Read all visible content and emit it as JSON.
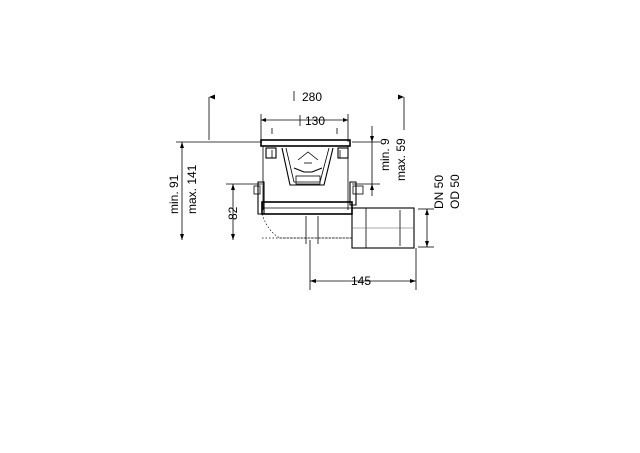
{
  "dimensions": {
    "width_total": "280",
    "width_grate": "130",
    "height_total_min": "min. 91",
    "height_total_max": "max. 141",
    "height_outlet": "82",
    "height_top_min": "min. 9",
    "height_top_max": "max. 59",
    "outlet_offset": "145",
    "outlet_dn": "DN 50",
    "outlet_od": "OD 50"
  },
  "colors": {
    "line": "#000000",
    "background": "#ffffff"
  }
}
